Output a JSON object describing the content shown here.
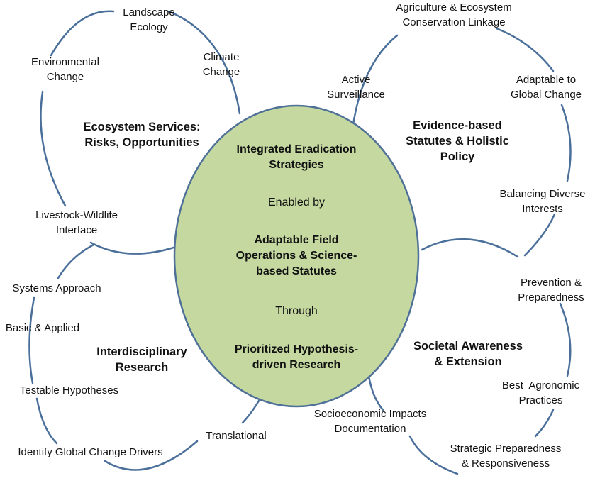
{
  "colors": {
    "arc_stroke": "#4a6f9a",
    "center_fill": "#c4d8a0",
    "center_stroke": "#4f7097",
    "text": "#111111"
  },
  "center": {
    "line1": "Integrated Eradication\nStrategies",
    "line2": "Enabled by",
    "line3": "Adaptable Field\nOperations & Science-\nbased Statutes",
    "line4": "Through",
    "line5": "Prioritized Hypothesis-\ndriven Research"
  },
  "clusters": {
    "ecosystem": {
      "title": "Ecosystem Services:\nRisks, Opportunities",
      "items": [
        "Landscape\nEcology",
        "Environmental\nChange",
        "Climate\nChange",
        "Livestock-Wildlife\nInterface"
      ]
    },
    "evidence": {
      "title": "Evidence-based\nStatutes & Holistic\nPolicy",
      "items": [
        "Agriculture & Ecosystem\nConservation Linkage",
        "Active\nSurveillance",
        "Adaptable to\nGlobal Change",
        "Balancing Diverse\nInterests"
      ]
    },
    "interdisciplinary": {
      "title": "Interdisciplinary\nResearch",
      "items": [
        "Systems Approach",
        "Basic & Applied",
        "Testable Hypotheses",
        "Translational",
        "Identify Global Change Drivers"
      ]
    },
    "societal": {
      "title": "Societal Awareness\n& Extension",
      "items": [
        "Prevention &\nPreparedness",
        "Best  Agronomic\nPractices",
        "Socioeconomic Impacts\nDocumentation",
        "Strategic Preparedness\n& Responsiveness"
      ]
    }
  }
}
